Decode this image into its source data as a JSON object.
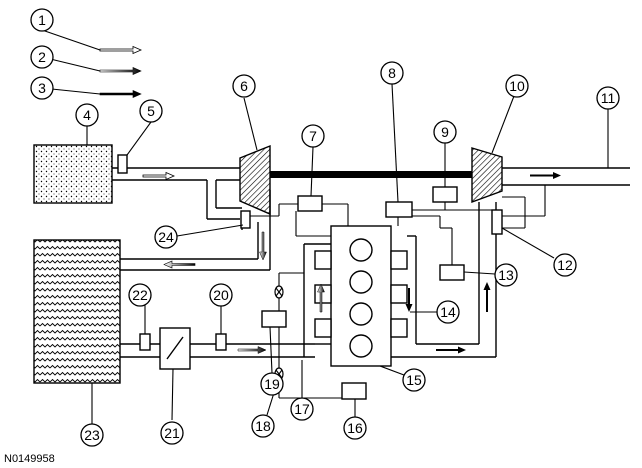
{
  "figure": {
    "code": "N0149958"
  },
  "callouts": {
    "c1": "1",
    "c2": "2",
    "c3": "3",
    "c4": "4",
    "c5": "5",
    "c6": "6",
    "c7": "7",
    "c8": "8",
    "c9": "9",
    "c10": "10",
    "c11": "11",
    "c12": "12",
    "c13": "13",
    "c14": "14",
    "c15": "15",
    "c16": "16",
    "c17": "17",
    "c18": "18",
    "c19": "19",
    "c20": "20",
    "c21": "21",
    "c22": "22",
    "c23": "23",
    "c24": "24"
  }
}
